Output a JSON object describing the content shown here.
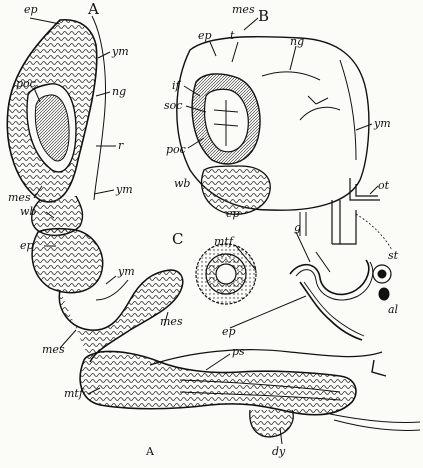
{
  "figure": {
    "panels": {
      "a": "A",
      "b": "B",
      "c": "C",
      "a_bottom": "A"
    },
    "labels_a": {
      "ep_top": "ep",
      "ym_1": "ym",
      "poc": "poc",
      "ng": "ng",
      "r": "r",
      "mes": "mes",
      "ym_2": "ym",
      "wb": "wb",
      "ep_mid": "ep",
      "ym_3": "ym",
      "mes_lower": "mes",
      "mes_left": "mes",
      "ps": "ps",
      "mtf": "mtf",
      "dy": "dy",
      "l_mark": "l"
    },
    "labels_b": {
      "mes": "mes",
      "ep": "ep",
      "t": "t",
      "ng": "ng",
      "if": "if",
      "soc": "soc",
      "poc": "poc",
      "ym": "ym",
      "wb": "wb",
      "ot": "ot",
      "ep_lower": "ep"
    },
    "labels_c": {
      "mtf": "mtf",
      "g": "g",
      "ep": "ep",
      "st": "st",
      "al": "al"
    }
  }
}
